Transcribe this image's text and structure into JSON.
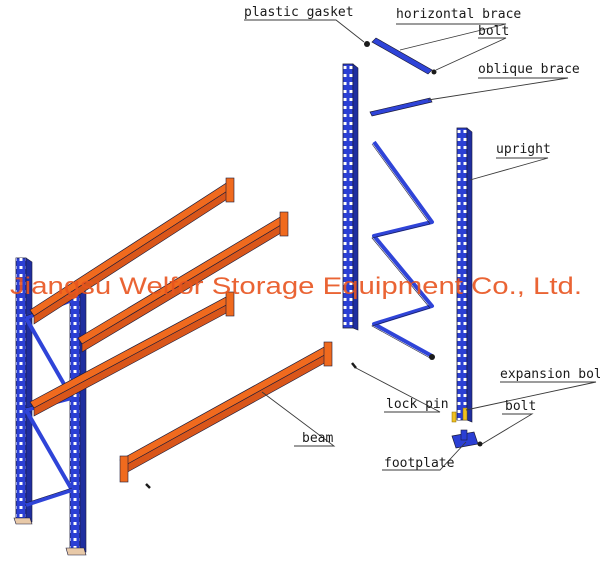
{
  "colors": {
    "upright": "#2b3fd4",
    "beam": "#f06a1e",
    "outline": "#1b1b3a",
    "brace": "#2f44d8",
    "foot": "#e8c9a8",
    "watermark": "#e8541f",
    "text": "#1a1a1a"
  },
  "labels": {
    "plastic_gasket": "plastic gasket",
    "horizontal_brace": "horizontal brace",
    "bolt_top": "bolt",
    "oblique_brace": "oblique brace",
    "upright": "upright",
    "expansion_bolt": "expansion bolt",
    "bolt_bottom": "bolt",
    "lock_pin": "lock pin",
    "beam": "beam",
    "footplate": "footplate"
  },
  "watermark": "Jiangsu Welfor Storage Equipment Co., Ltd."
}
